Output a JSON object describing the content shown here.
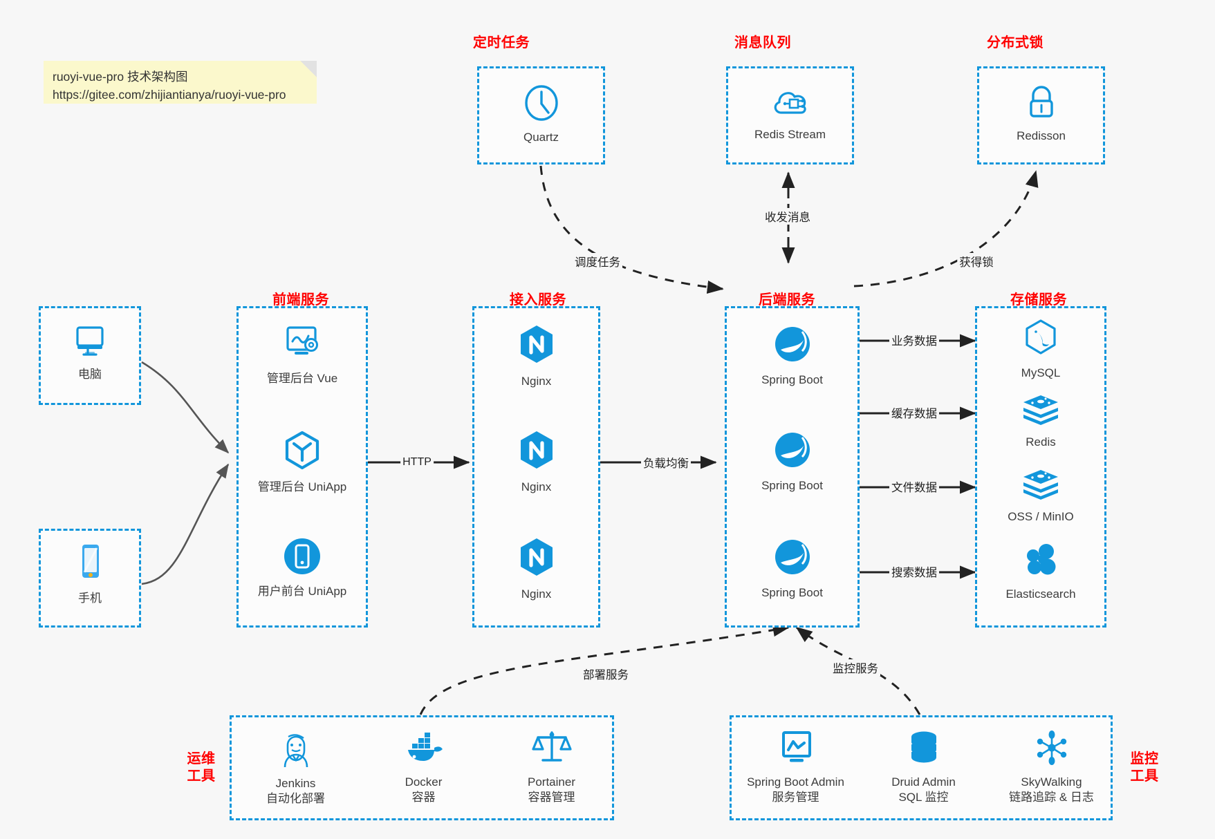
{
  "note": {
    "line1": "ruoyi-vue-pro 技术架构图",
    "line2": "https://gitee.com/zhijiantianya/ruoyi-vue-pro"
  },
  "colors": {
    "accent_blue": "#1296db",
    "heading_red": "#ff0000",
    "note_bg": "#fbf8cc",
    "canvas_bg": "#f7f7f7",
    "arrow_dark": "#222222",
    "client_arrow": "#555555"
  },
  "groups": {
    "scheduler": {
      "title": "定时任务",
      "items": [
        {
          "label": "Quartz",
          "icon": "clock-icon"
        }
      ]
    },
    "mq": {
      "title": "消息队列",
      "items": [
        {
          "label": "Redis Stream",
          "icon": "cloud-stream-icon"
        }
      ]
    },
    "lock": {
      "title": "分布式锁",
      "items": [
        {
          "label": "Redisson",
          "icon": "lock-icon"
        }
      ]
    },
    "clients": {
      "items": [
        {
          "label": "电脑",
          "icon": "desktop-icon"
        },
        {
          "label": "手机",
          "icon": "mobile-icon"
        }
      ]
    },
    "frontend": {
      "title": "前端服务",
      "items": [
        {
          "label": "管理后台 Vue",
          "icon": "dashboard-gear-icon"
        },
        {
          "label": "管理后台 UniApp",
          "icon": "cube-icon"
        },
        {
          "label": "用户前台 UniApp",
          "icon": "app-circle-icon"
        }
      ]
    },
    "gateway": {
      "title": "接入服务",
      "items": [
        {
          "label": "Nginx",
          "icon": "nginx-icon"
        },
        {
          "label": "Nginx",
          "icon": "nginx-icon"
        },
        {
          "label": "Nginx",
          "icon": "nginx-icon"
        }
      ]
    },
    "backend": {
      "title": "后端服务",
      "items": [
        {
          "label": "Spring Boot",
          "icon": "spring-boot-icon"
        },
        {
          "label": "Spring Boot",
          "icon": "spring-boot-icon"
        },
        {
          "label": "Spring Boot",
          "icon": "spring-boot-icon"
        }
      ]
    },
    "storage": {
      "title": "存储服务",
      "items": [
        {
          "label": "MySQL",
          "icon": "mysql-icon"
        },
        {
          "label": "Redis",
          "icon": "redis-icon"
        },
        {
          "label": "OSS / MinIO",
          "icon": "redis-icon"
        },
        {
          "label": "Elasticsearch",
          "icon": "elasticsearch-icon"
        }
      ]
    },
    "devops": {
      "title_l1": "运维",
      "title_l2": "工具",
      "items": [
        {
          "label": "Jenkins",
          "sub": "自动化部署",
          "icon": "jenkins-icon"
        },
        {
          "label": "Docker",
          "sub": "容器",
          "icon": "docker-icon"
        },
        {
          "label": "Portainer",
          "sub": "容器管理",
          "icon": "scales-icon"
        }
      ]
    },
    "monitor": {
      "title_l1": "监控",
      "title_l2": "工具",
      "items": [
        {
          "label": "Spring Boot Admin",
          "sub": "服务管理",
          "icon": "monitor-chart-icon"
        },
        {
          "label": "Druid Admin",
          "sub": "SQL 监控",
          "icon": "database-icon"
        },
        {
          "label": "SkyWalking",
          "sub": "链路追踪 & 日志",
          "icon": "skywalking-icon"
        }
      ]
    }
  },
  "edges": {
    "http": "HTTP",
    "loadbalance": "负载均衡",
    "schedule_task": "调度任务",
    "send_receive_msg": "收发消息",
    "acquire_lock": "获得锁",
    "biz_data": "业务数据",
    "cache_data": "缓存数据",
    "file_data": "文件数据",
    "search_data": "搜索数据",
    "deploy_service": "部署服务",
    "monitor_service": "监控服务"
  }
}
